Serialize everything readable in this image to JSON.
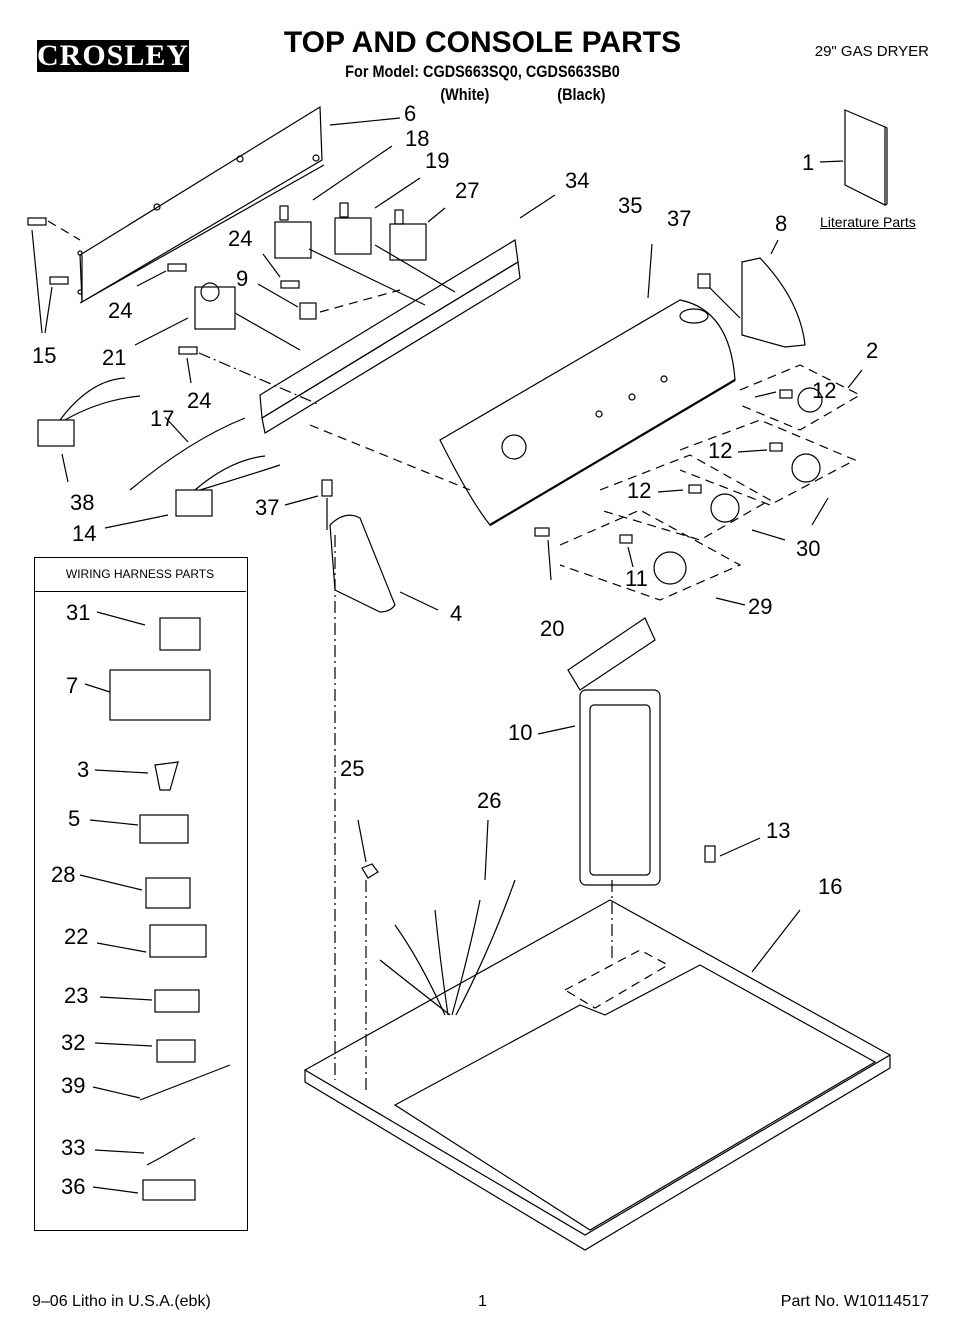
{
  "header": {
    "brand": "CROSLEY",
    "title": "TOP AND CONSOLE PARTS",
    "subtitle": "For Model: CGDS663SQ0, CGDS663SB0",
    "variant_white": "(White)",
    "variant_black": "(Black)",
    "product": "29\" GAS DRYER"
  },
  "literature": {
    "label": "Literature Parts",
    "callout": "1"
  },
  "callouts": {
    "c6": "6",
    "c18": "18",
    "c19": "19",
    "c27": "27",
    "c34": "34",
    "c35": "35",
    "c37a": "37",
    "c8": "8",
    "c2": "2",
    "c24a": "24",
    "c9": "9",
    "c24b": "24",
    "c15": "15",
    "c21": "21",
    "c24c": "24",
    "c17": "17",
    "c12a": "12",
    "c12b": "12",
    "c12c": "12",
    "c38": "38",
    "c37b": "37",
    "c14": "14",
    "c30": "30",
    "c11": "11",
    "c4": "4",
    "c20": "20",
    "c29": "29",
    "c10": "10",
    "c25": "25",
    "c26": "26",
    "c13": "13",
    "c16": "16"
  },
  "wiring_harness": {
    "heading": "WIRING HARNESS PARTS",
    "items": [
      "31",
      "7",
      "3",
      "5",
      "28",
      "22",
      "23",
      "32",
      "39",
      "33",
      "36"
    ]
  },
  "footer": {
    "print_info": "9–06 Litho in U.S.A.(ebk)",
    "page_number": "1",
    "part_number": "Part No. W10114517"
  }
}
